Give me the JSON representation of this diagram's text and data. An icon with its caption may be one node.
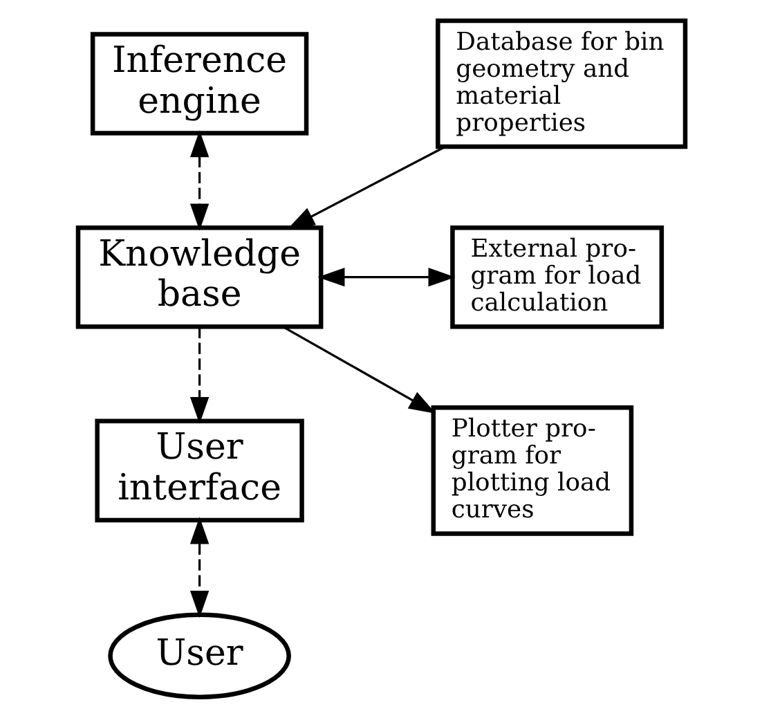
{
  "diagram": {
    "nodes": [
      {
        "text": [
          "Inference engine"
        ]
      },
      {
        "text": [
          "Knowledge base"
        ]
      },
      {
        "text": [
          "User interface"
        ]
      },
      {
        "text": [
          "User"
        ]
      },
      {
        "text": [
          "Database for bin geometry and material properties"
        ]
      },
      {
        "text": [
          "External pro- gram for load calculation"
        ]
      },
      {
        "text": [
          "Plotter pro- gram for plotting load curves"
        ]
      }
    ],
    "edges": [
      {
        "from": 0,
        "to": 1,
        "arrow": "both",
        "style": "dashed"
      },
      {
        "from": 1,
        "to": 2,
        "arrow": "to",
        "style": "dashed"
      },
      {
        "from": 2,
        "to": 3,
        "arrow": "both",
        "style": "dashed"
      },
      {
        "from": 4,
        "to": 1,
        "arrow": "to"
      },
      {
        "from": 1,
        "to": 5,
        "arrow": "both"
      },
      {
        "from": 1,
        "to": 6,
        "arrow": "to"
      }
    ]
  }
}
